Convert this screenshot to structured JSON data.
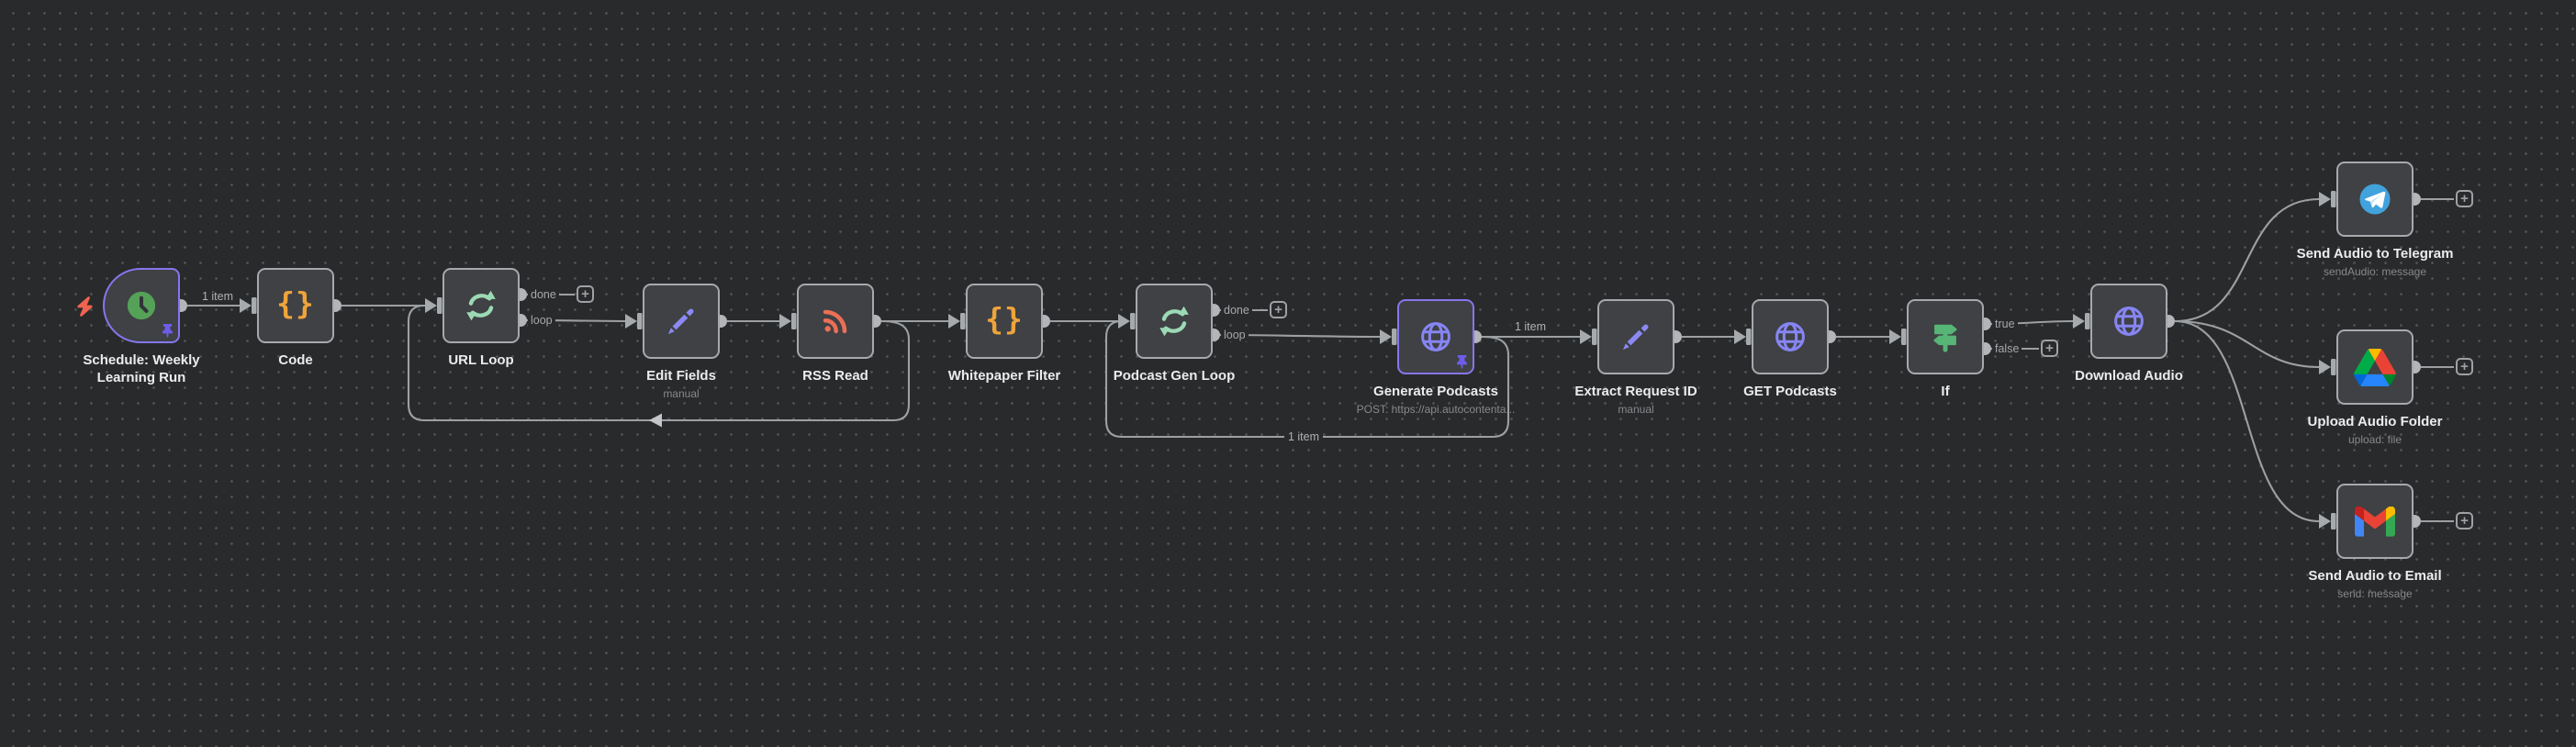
{
  "canvas": {
    "background": "#292a2b",
    "dot_color": "#4e5052"
  },
  "icons": {
    "code_braces": "{}"
  },
  "colors": {
    "node_border": "#a7a9ad",
    "pinned_border": "#8576ee",
    "edge": "#9da0a3",
    "loop_icon": "#9cd9b5",
    "code_icon": "#efa43b",
    "pencil_icon": "#8b89f3",
    "rss_icon": "#ec6f55",
    "globe_icon": "#8785f3",
    "if_icon": "#57b576",
    "clock_icon": "#55a158",
    "telegram_blue": "#42a3dc",
    "pin_purple": "#6d5de9",
    "bolt_red": "#ef6350"
  },
  "edge_labels": {
    "schedule_to_code": "1 item",
    "generate_to_extract": "1 item",
    "podcast_loopback": "1 item"
  },
  "ports": {
    "url_loop_done": "done",
    "url_loop_loop": "loop",
    "podcast_done": "done",
    "podcast_loop": "loop",
    "if_true": "true",
    "if_false": "false"
  },
  "nodes": [
    {
      "name": "Schedule: Weekly Learning Run",
      "subtitle": "",
      "icon": "clock",
      "pinned": true,
      "trigger": true
    },
    {
      "name": "Code",
      "subtitle": "",
      "icon": "code-braces"
    },
    {
      "name": "URL Loop",
      "subtitle": "",
      "icon": "loop",
      "outputs": [
        "done",
        "loop"
      ]
    },
    {
      "name": "Edit Fields",
      "subtitle": "manual",
      "icon": "pencil"
    },
    {
      "name": "RSS Read",
      "subtitle": "",
      "icon": "rss"
    },
    {
      "name": "Whitepaper Filter",
      "subtitle": "",
      "icon": "code-braces"
    },
    {
      "name": "Podcast Gen Loop",
      "subtitle": "",
      "icon": "loop",
      "outputs": [
        "done",
        "loop"
      ]
    },
    {
      "name": "Generate Podcasts",
      "subtitle": "POST: https://api.autocontenta...",
      "icon": "globe",
      "pinned": true
    },
    {
      "name": "Extract Request ID",
      "subtitle": "manual",
      "icon": "pencil"
    },
    {
      "name": "GET Podcasts",
      "subtitle": "",
      "icon": "globe"
    },
    {
      "name": "If",
      "subtitle": "",
      "icon": "signpost",
      "outputs": [
        "true",
        "false"
      ]
    },
    {
      "name": "Download Audio",
      "subtitle": "",
      "icon": "globe"
    },
    {
      "name": "Send Audio to Telegram",
      "subtitle": "sendAudio: message",
      "icon": "telegram"
    },
    {
      "name": "Upload Audio Folder",
      "subtitle": "upload: file",
      "icon": "google-drive"
    },
    {
      "name": "Send Audio to Email",
      "subtitle": "send: message",
      "icon": "gmail"
    }
  ]
}
